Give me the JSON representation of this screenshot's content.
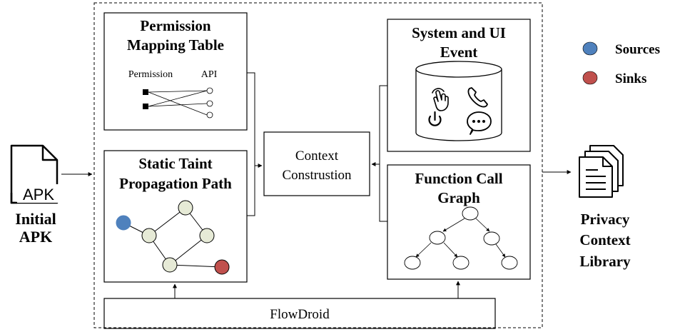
{
  "input": {
    "file_label": "APK",
    "caption_line1": "Initial",
    "caption_line2": "APK"
  },
  "permission_table": {
    "title_line1": "Permission",
    "title_line2": "Mapping Table",
    "col_permission": "Permission",
    "col_api": "API"
  },
  "taint_path": {
    "title_line1": "Static Taint",
    "title_line2": "Propagation Path"
  },
  "context": {
    "line1": "Context",
    "line2": "Construstion"
  },
  "events": {
    "title_line1": "System and UI",
    "title_line2": "Event"
  },
  "call_graph": {
    "title_line1": "Function Call",
    "title_line2": "Graph"
  },
  "flowdroid": {
    "label": "FlowDroid"
  },
  "legend": {
    "sources_label": "Sources",
    "sinks_label": "Sinks",
    "sources_color": "#4f81bd",
    "sinks_color": "#c0504d"
  },
  "output": {
    "line1": "Privacy",
    "line2": "Context",
    "line3": "Library"
  },
  "colors": {
    "node_fill": "#e6ead6",
    "stroke": "#000000"
  }
}
